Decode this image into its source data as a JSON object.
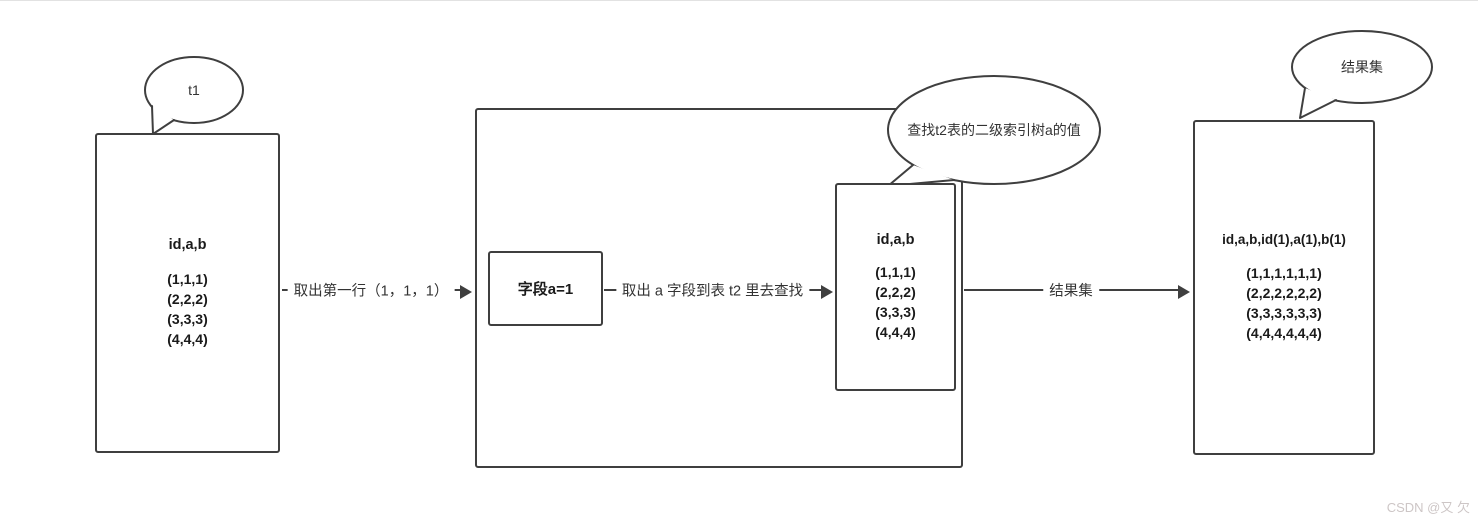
{
  "colors": {
    "stroke": "#3f3f3f",
    "table_text": "#1a1a1a",
    "label_text": "#333333",
    "watermark": "#cdc6c6"
  },
  "t1": {
    "callout": "t1",
    "header": "id,a,b",
    "rows": [
      "(1,1,1)",
      "(2,2,2)",
      "(3,3,3)",
      "(4,4,4)"
    ]
  },
  "arrows": {
    "fetch_first_row": "取出第一行（1，1，1）",
    "lookup_in_t2": "取出 a 字段到表 t2 里去查找",
    "result_set": "结果集"
  },
  "join_stage": {
    "field_condition": "字段a=1",
    "t2_index": {
      "callout": "查找t2表的二级索引树a的值",
      "header": "id,a,b",
      "rows": [
        "(1,1,1)",
        "(2,2,2)",
        "(3,3,3)",
        "(4,4,4)"
      ]
    }
  },
  "result": {
    "callout": "结果集",
    "header": "id,a,b,id(1),a(1),b(1)",
    "rows": [
      "(1,1,1,1,1,1)",
      "(2,2,2,2,2,2)",
      "(3,3,3,3,3,3)",
      "(4,4,4,4,4,4)"
    ]
  },
  "watermark": "CSDN @又 欠"
}
